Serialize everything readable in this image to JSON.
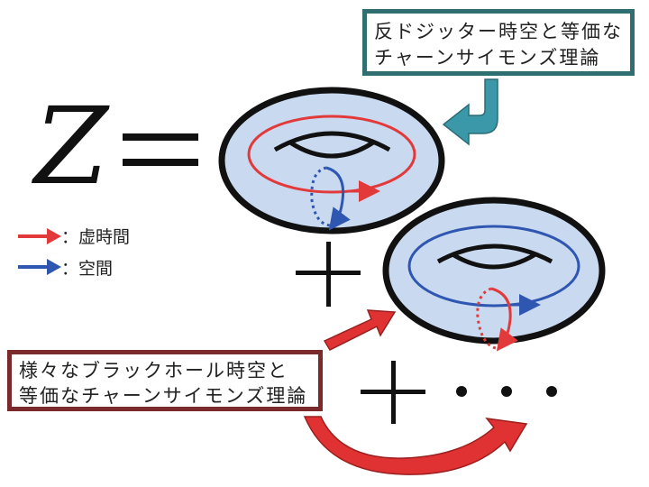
{
  "equation": {
    "lhs": "Z",
    "equals": "=",
    "plus": "+",
    "ellipsis": "・・・"
  },
  "callout_top": {
    "line1": "反ドジッター時空と等価な",
    "line2": "チャーンサイモンズ理論"
  },
  "callout_bottom": {
    "line1": "様々なブラックホール時空と",
    "line2": "等価なチャーンサイモンズ理論"
  },
  "legend": {
    "separator": "：",
    "imaginary_time": "虚時間",
    "space": "空間"
  },
  "colors": {
    "torus_fill": "#c9daf0",
    "outline": "#111111",
    "red_cycle": "#e23a3a",
    "blue_cycle": "#2f56b0",
    "teal_arrow": "#3a98a8",
    "red_arrow": "#e03232",
    "teal_border": "#2f6f72",
    "red_border": "#7a2a2a"
  }
}
